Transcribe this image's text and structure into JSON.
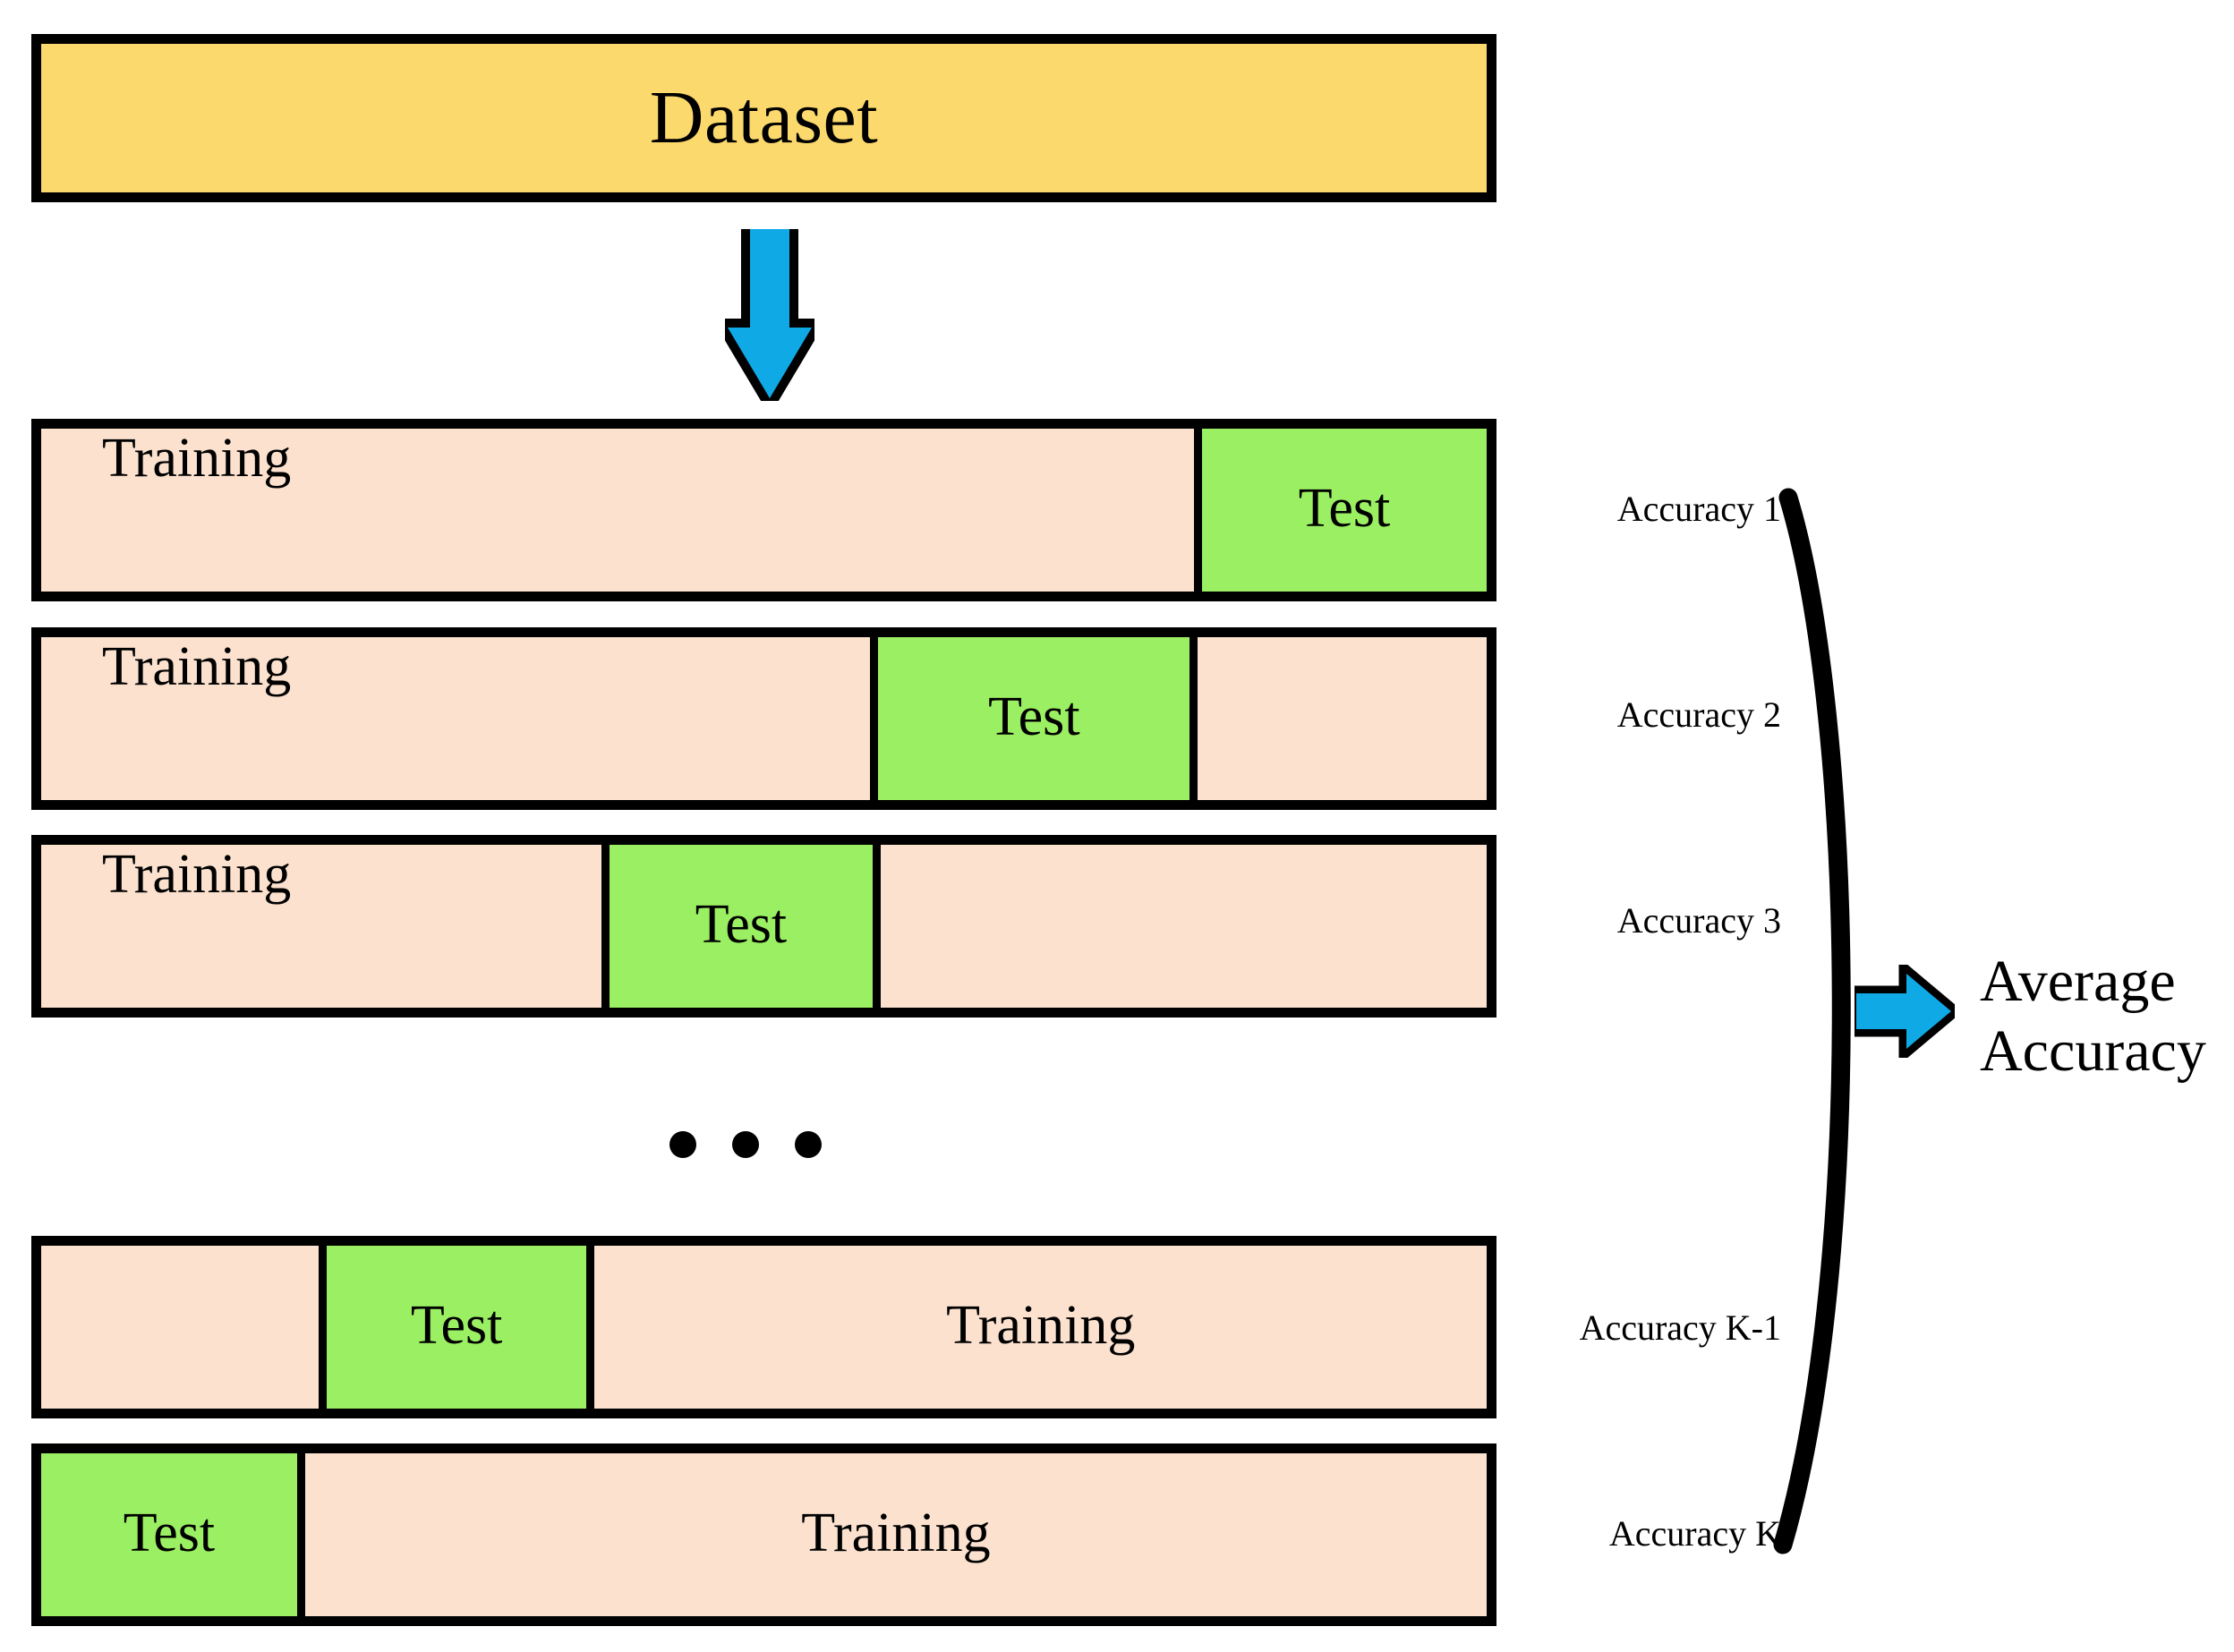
{
  "title": "K-Fold Cross Validation Diagram",
  "colors": {
    "dataset_fill": "#FCD96C",
    "training_fill": "#FBE1CE",
    "test_fill": "#9BEF62",
    "arrow_fill": "#0FA9E6",
    "outline": "#000000",
    "background": "#FFFFFF"
  },
  "dataset": {
    "label": "Dataset"
  },
  "arrows": {
    "split_arrow": "down-arrow",
    "average_arrow": "right-arrow"
  },
  "folds": [
    {
      "id": "fold-1",
      "segments": [
        {
          "type": "training",
          "label": "Training",
          "width_pct": 80.2,
          "label_align": "left"
        },
        {
          "type": "test",
          "label": "Test",
          "width_pct": 19.8,
          "label_align": "center"
        }
      ]
    },
    {
      "id": "fold-2",
      "segments": [
        {
          "type": "training",
          "label": "Training",
          "width_pct": 58.0,
          "label_align": "left"
        },
        {
          "type": "test",
          "label": "Test",
          "width_pct": 21.8,
          "label_align": "center"
        },
        {
          "type": "training",
          "label": "",
          "width_pct": 20.2,
          "label_align": "center"
        }
      ]
    },
    {
      "id": "fold-3",
      "segments": [
        {
          "type": "training",
          "label": "Training",
          "width_pct": 39.2,
          "label_align": "left"
        },
        {
          "type": "test",
          "label": "Test",
          "width_pct": 18.4,
          "label_align": "center"
        },
        {
          "type": "training",
          "label": "",
          "width_pct": 42.4,
          "label_align": "center"
        }
      ]
    },
    {
      "id": "fold-k-minus-1",
      "segments": [
        {
          "type": "training",
          "label": "",
          "width_pct": 19.4,
          "label_align": "center"
        },
        {
          "type": "test",
          "label": "Test",
          "width_pct": 18.2,
          "label_align": "center"
        },
        {
          "type": "training",
          "label": "Training",
          "width_pct": 62.4,
          "label_align": "center"
        }
      ]
    },
    {
      "id": "fold-k",
      "segments": [
        {
          "type": "test",
          "label": "Test",
          "width_pct": 17.8,
          "label_align": "center"
        },
        {
          "type": "training",
          "label": "Training",
          "width_pct": 82.2,
          "label_align": "center"
        }
      ]
    }
  ],
  "ellipsis": {
    "dot_count": 3,
    "meaning": "additional folds omitted"
  },
  "accuracies": [
    {
      "id": "accuracy-1",
      "label": "Accuracy 1"
    },
    {
      "id": "accuracy-2",
      "label": "Accuracy 2"
    },
    {
      "id": "accuracy-3",
      "label": "Accuracy 3"
    },
    {
      "id": "accuracy-k-minus-1",
      "label": "Accuracy K-1"
    },
    {
      "id": "accuracy-k",
      "label": "Accuracy K"
    }
  ],
  "average": {
    "line1": "Average",
    "line2": "Accuracy"
  }
}
